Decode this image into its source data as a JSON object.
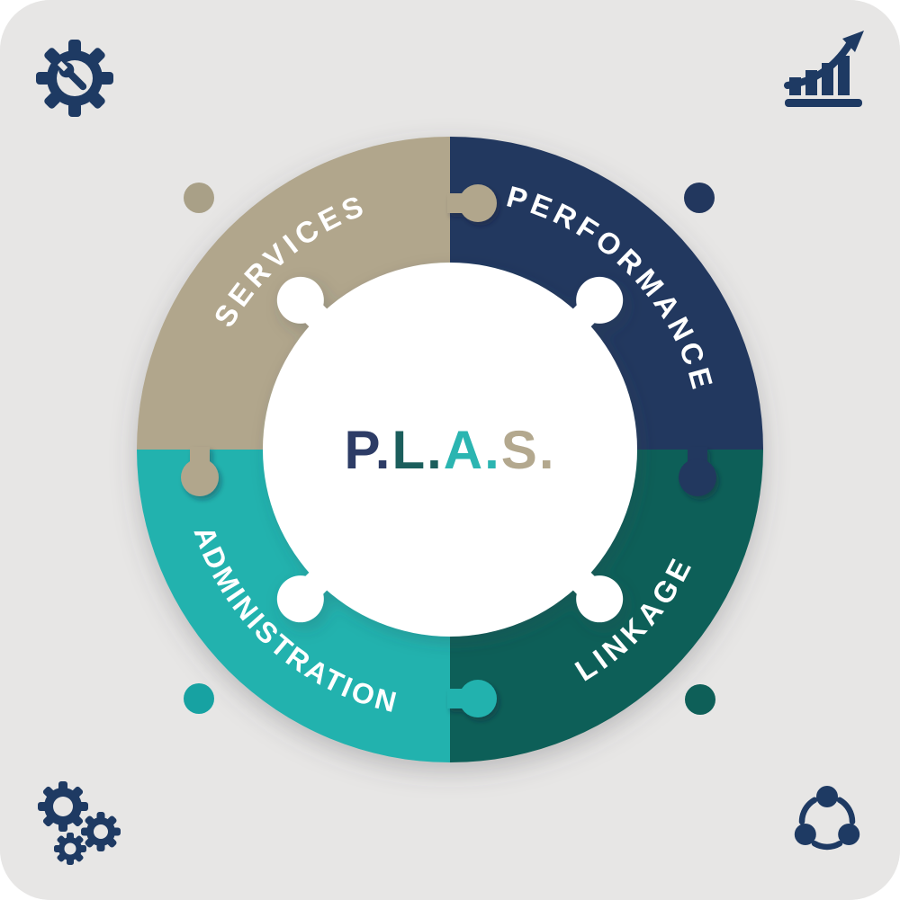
{
  "page": {
    "title": "P.L.A.S. puzzle cycle diagram",
    "background_color": "#e7e6e5",
    "frame_color": "#ffffff"
  },
  "center": {
    "background": "#ffffff",
    "acronym": [
      {
        "text": "P.",
        "color": "#2d3c66"
      },
      {
        "text": "L.",
        "color": "#1b5e5c"
      },
      {
        "text": "A.",
        "color": "#2bb5b1"
      },
      {
        "text": "S.",
        "color": "#b3a88e"
      }
    ]
  },
  "segments": [
    {
      "id": "services",
      "label": "SERVICES",
      "color": "#b1a68c",
      "label_color": "#ffffff",
      "position": "top-left"
    },
    {
      "id": "performance",
      "label": "PERFORMANCE",
      "color": "#22375e",
      "label_color": "#ffffff",
      "position": "top-right"
    },
    {
      "id": "linkage",
      "label": "LINKAGE",
      "color": "#0e5f58",
      "label_color": "#ffffff",
      "position": "bottom-right"
    },
    {
      "id": "administration",
      "label": "ADMINISTRATION",
      "color": "#20b2ae",
      "label_color": "#ffffff",
      "position": "bottom-left"
    }
  ],
  "corner_icons": [
    {
      "name": "gear-wrench",
      "position": "top-left",
      "color": "#1e3a63"
    },
    {
      "name": "growth-chart",
      "position": "top-right",
      "color": "#1e3a63"
    },
    {
      "name": "gears",
      "position": "bottom-left",
      "color": "#1e3a63"
    },
    {
      "name": "share-network",
      "position": "bottom-right",
      "color": "#1e3a63"
    }
  ],
  "decor_dots": [
    {
      "position": "top-left",
      "color": "#a9a087"
    },
    {
      "position": "top-right",
      "color": "#22375e"
    },
    {
      "position": "bottom-left",
      "color": "#17a2a2"
    },
    {
      "position": "bottom-right",
      "color": "#0e5f58"
    }
  ]
}
